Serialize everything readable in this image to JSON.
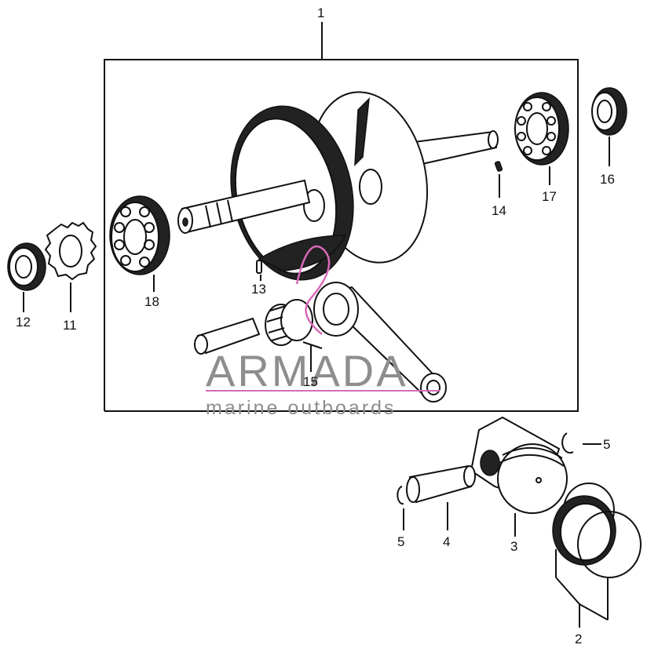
{
  "diagram": {
    "callouts": {
      "c1": "1",
      "c2": "2",
      "c3": "3",
      "c4": "4",
      "c5a": "5",
      "c5b": "5",
      "c11": "11",
      "c12": "12",
      "c13": "13",
      "c14": "14",
      "c15": "15",
      "c16": "16",
      "c17": "17",
      "c18": "18"
    },
    "watermark": {
      "brand": "ARMADA",
      "tagline": "marine outboards",
      "color": "#8e8e8e",
      "accent": "#d86ab8"
    }
  }
}
